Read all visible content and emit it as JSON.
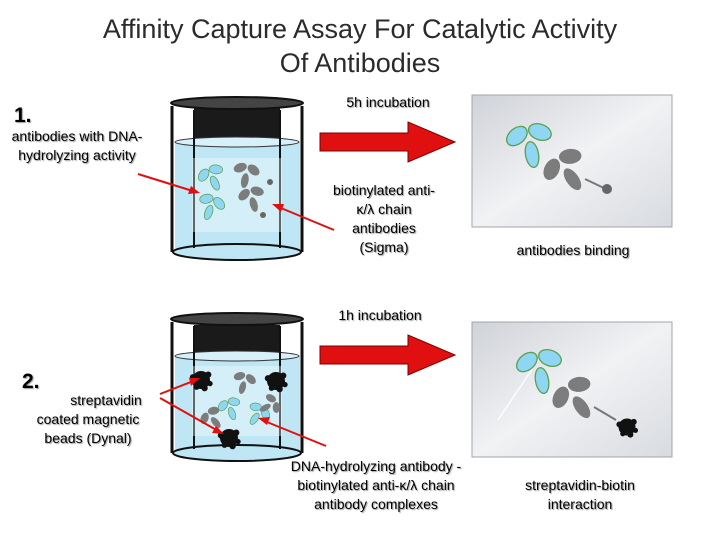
{
  "title": "Affinity Capture Assay For Catalytic Activity Of Antibodies",
  "step1": {
    "number": "1.",
    "beaker_label": "antibodies with DNA-hydrolyzing activity",
    "incubation": "5h incubation",
    "reagent": "biotinylated anti-κ/λ chain antibodies (Sigma)",
    "result": "antibodies binding"
  },
  "step2": {
    "number": "2.",
    "beaker_label": "streptavidin coated magnetic beads (Dynal)",
    "incubation": "1h incubation",
    "complex": "DNA-hydrolyzing antibody - biotinylated anti-κ/λ chain antibody complexes",
    "result": "streptavidin-biotin interaction"
  },
  "colors": {
    "arrow": "#e01010",
    "liquid": "#bfe6f5",
    "antibody_catalytic": "#8fd6f2",
    "antibody_biotinylated": "#7c7c7c",
    "bead": "#111111",
    "panel": "#e4e6ea"
  },
  "icons": [
    "beaker-icon",
    "antibody-icon",
    "magnetic-bead-icon",
    "arrow-icon"
  ]
}
